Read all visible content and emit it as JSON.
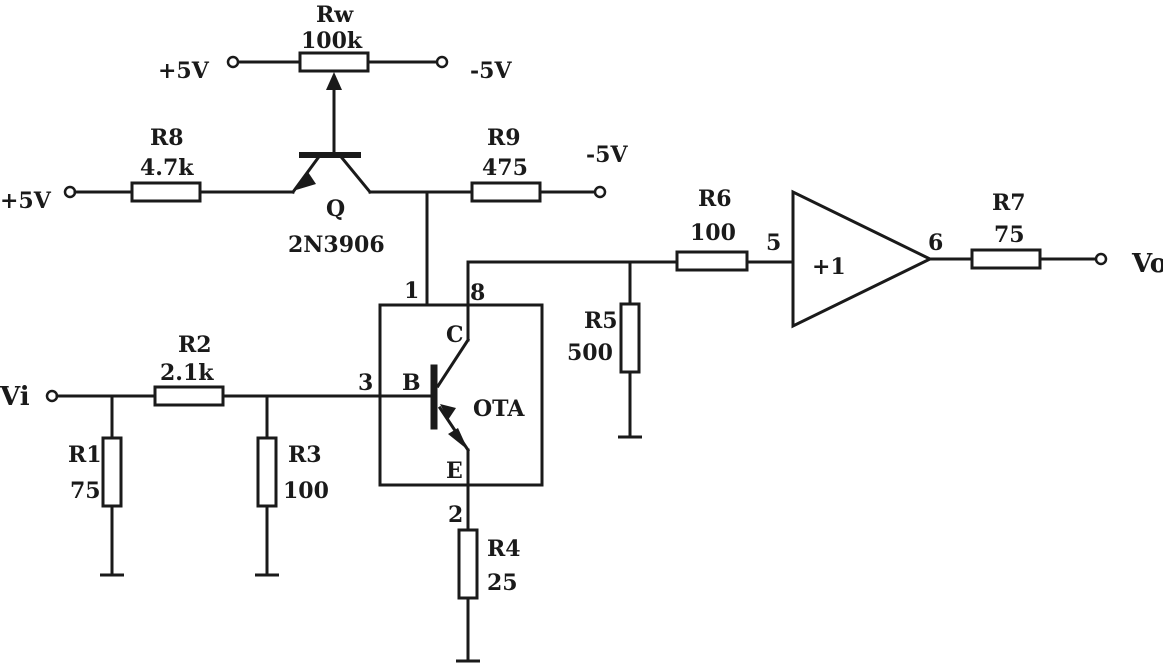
{
  "colors": {
    "ink": "#1a1a1a",
    "background": "#ffffff"
  },
  "components": {
    "rw": {
      "name": "Rw",
      "value": "100k"
    },
    "r8": {
      "name": "R8",
      "value": "4.7k"
    },
    "r9": {
      "name": "R9",
      "value": "475"
    },
    "r6": {
      "name": "R6",
      "value": "100"
    },
    "r7": {
      "name": "R7",
      "value": "75"
    },
    "r5": {
      "name": "R5",
      "value": "500"
    },
    "r2": {
      "name": "R2",
      "value": "2.1k"
    },
    "r1": {
      "name": "R1",
      "value": "75"
    },
    "r3": {
      "name": "R3",
      "value": "100"
    },
    "r4": {
      "name": "R4",
      "value": "25"
    },
    "q": {
      "name": "Q",
      "part": "2N3906"
    },
    "ota": {
      "name": "OTA",
      "pin_b": "B",
      "pin_c": "C",
      "pin_e": "E",
      "pin1": "1",
      "pin8": "8",
      "pin3": "3",
      "pin2": "2"
    },
    "buffer": {
      "label": "+1",
      "pin_in": "5",
      "pin_out": "6"
    }
  },
  "supplies": {
    "rw_left": "+5V",
    "rw_right": "-5V",
    "r8_left": "+5V",
    "r9_right": "-5V"
  },
  "io": {
    "input": "Vi",
    "output": "Vo"
  }
}
